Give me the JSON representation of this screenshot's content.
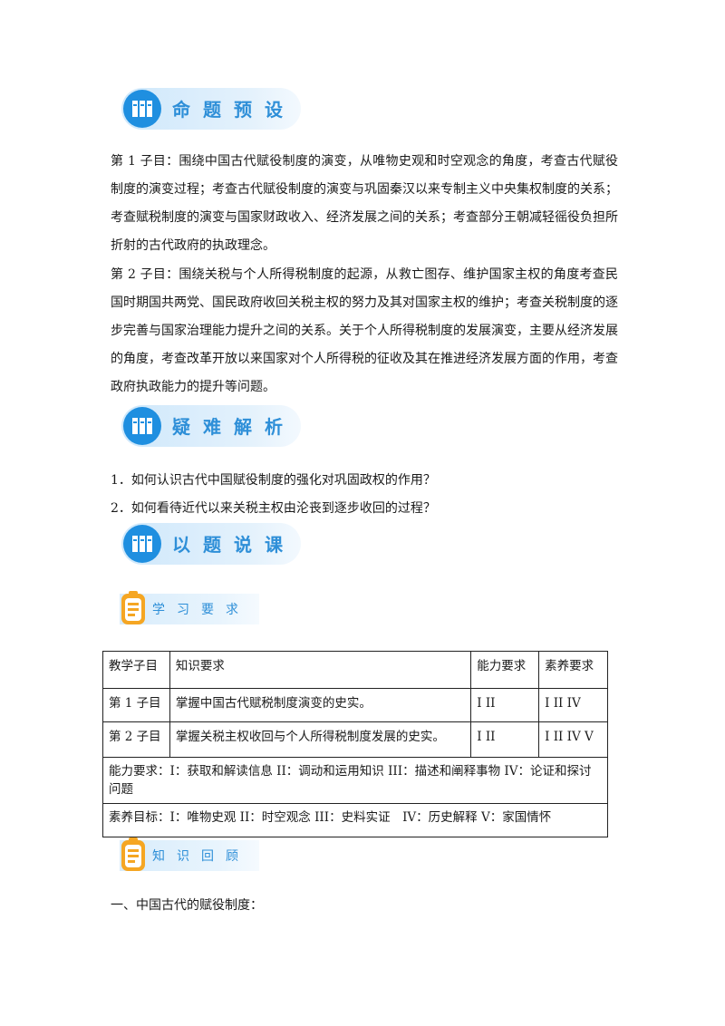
{
  "sections": {
    "s1": "命题预设",
    "s2": "疑难解析",
    "s3": "以题说课",
    "sub1": "学习要求",
    "sub2": "知识回顾"
  },
  "preset": {
    "p1": "第 1 子目：围绕中国古代赋役制度的演变，从唯物史观和时空观念的角度，考查古代赋役制度的演变过程；考查古代赋役制度的演变与巩固秦汉以来专制主义中央集权制度的关系；考查赋税制度的演变与国家财政收入、经济发展之间的关系；考查部分王朝减轻徭役负担所折射的古代政府的执政理念。",
    "p2": "第 2 子目：围绕关税与个人所得税制度的起源，从救亡图存、维护国家主权的角度考查民国时期国共两党、国民政府收回关税主权的努力及其对国家主权的维护；考查关税制度的逐步完善与国家治理能力提升之间的关系。关于个人所得税制度的发展演变，主要从经济发展的角度，考查改革开放以来国家对个人所得税的征收及其在推进经济发展方面的作用，考查政府执政能力的提升等问题。"
  },
  "questions": {
    "q1": "1．如何认识古代中国赋役制度的强化对巩固政权的作用？",
    "q2": "2．如何看待近代以来关税主权由沦丧到逐步收回的过程？"
  },
  "table": {
    "headers": [
      "教学子目",
      "知识要求",
      "能力要求",
      "素养要求"
    ],
    "rows": [
      [
        "第 1 子目",
        "掌握中国古代赋税制度演变的史实。",
        "I II",
        "I II IV"
      ],
      [
        "第 2 子目",
        "掌握关税主权收回与个人所得税制度发展的史实。",
        "I II",
        "I II IV V"
      ]
    ],
    "ability_note": "能力要求：I：获取和解读信息 II：调动和运用知识 III：描述和阐释事物 IV：论证和探讨问题",
    "literacy_note": "素养目标：I：唯物史观 II：时空观念 III：史料实证　IV：历史解释 V：家国情怀"
  },
  "closing": "一、中国古代的赋役制度："
}
